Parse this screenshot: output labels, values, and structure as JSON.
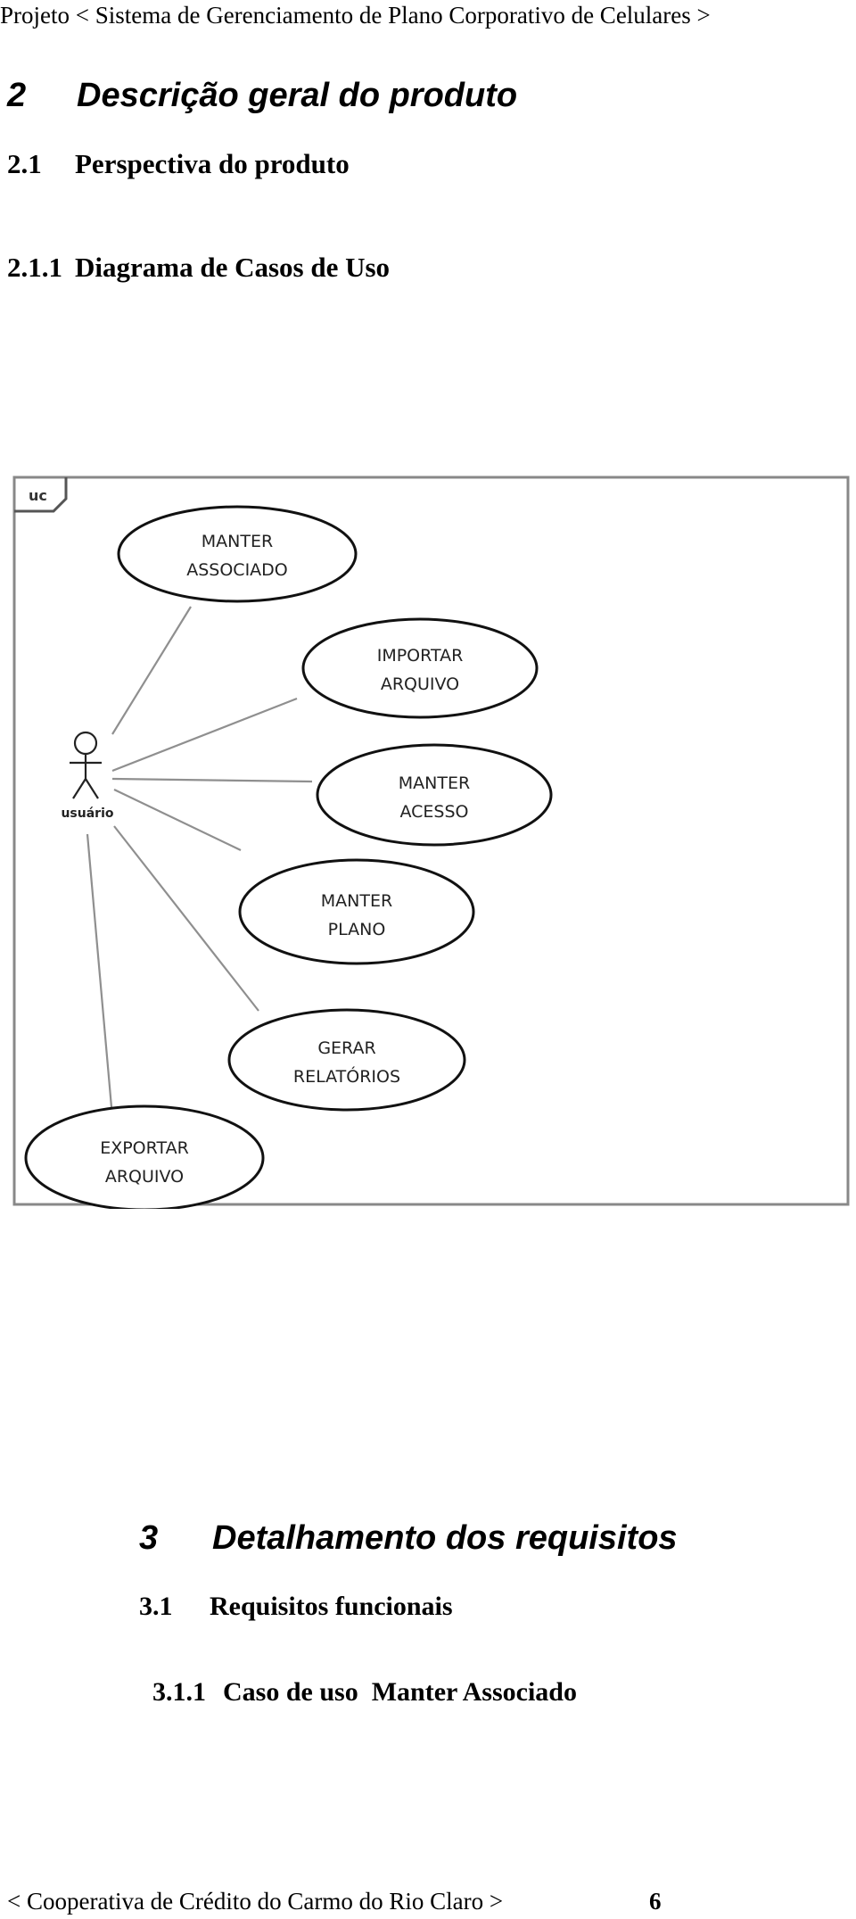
{
  "header": {
    "text": "Projeto < Sistema de Gerenciamento de Plano Corporativo de Celulares >"
  },
  "section2": {
    "number": "2",
    "title": "Descrição geral do produto"
  },
  "section2_1": {
    "number": "2.1",
    "title": "Perspectiva do produto"
  },
  "section2_1_1": {
    "number": "2.1.1",
    "title": "Diagrama de Casos de Uso"
  },
  "diagram": {
    "frame_label": "uc",
    "actor": {
      "name": "usuário"
    },
    "use_cases": [
      {
        "line1": "MANTER",
        "line2": "ASSOCIADO"
      },
      {
        "line1": "IMPORTAR",
        "line2": "ARQUIVO"
      },
      {
        "line1": "MANTER",
        "line2": "ACESSO"
      },
      {
        "line1": "MANTER",
        "line2": "PLANO"
      },
      {
        "line1": "GERAR",
        "line2": "RELATÓRIOS"
      },
      {
        "line1": "EXPORTAR",
        "line2": "ARQUIVO"
      }
    ]
  },
  "section3": {
    "number": "3",
    "title": "Detalhamento dos requisitos"
  },
  "section3_1": {
    "number": "3.1",
    "title": "Requisitos funcionais"
  },
  "section3_1_1": {
    "number": "3.1.1",
    "title": "Caso de uso  Manter Associado"
  },
  "footer": {
    "text": "< Cooperativa de Crédito do Carmo do Rio Claro >",
    "page": "6"
  }
}
